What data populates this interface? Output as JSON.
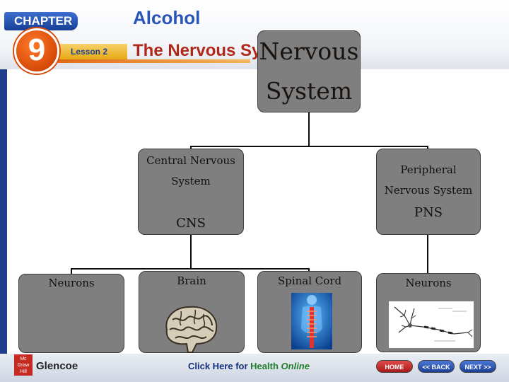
{
  "header": {
    "chapter_label": "CHAPTER",
    "chapter_number": "9",
    "lesson_label": "Lesson 2",
    "course_title": "Alcohol",
    "lesson_title": "The Nervous System"
  },
  "org_chart": {
    "root": "Nervous System",
    "cns": {
      "name": "Central Nervous System",
      "abbr": "CNS"
    },
    "pns": {
      "name": "Peripheral Nervous System",
      "abbr": "PNS"
    },
    "cns_children": [
      "Neurons",
      "Brain",
      "Spinal Cord"
    ],
    "pns_children": [
      "Neurons"
    ]
  },
  "footer": {
    "logo_text": "Mc Graw Hill",
    "publisher": "Glencoe",
    "health_link_prefix": "Click Here for",
    "health_link_word": "Health",
    "health_link_suffix": "Online",
    "nav": {
      "home": "HOME",
      "back": "<< BACK",
      "next": "NEXT >>"
    }
  },
  "colors": {
    "chart_box": "#7f7f7f",
    "root_text": "#1a1410",
    "title_red": "#b0281a",
    "title_blue": "#2a55b8",
    "chapter_blue": "#1f3f8a",
    "chapter_orange": "#d64a08"
  },
  "icons": [
    "brain-image",
    "spine-image",
    "neuron-diagram-image"
  ]
}
